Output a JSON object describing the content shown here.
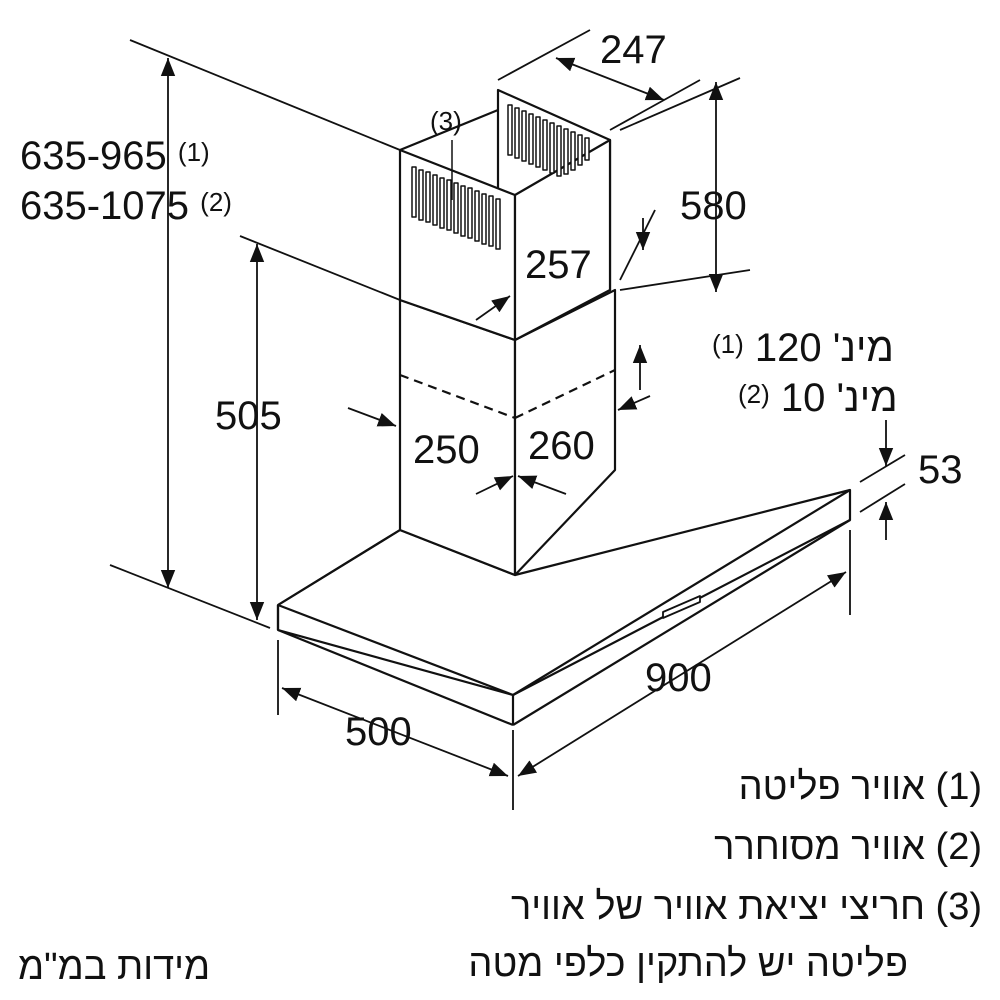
{
  "diagram": {
    "title": "Chimney cooker hood dimension drawing",
    "units_note": "מידות במ\"מ",
    "dimensions": {
      "total_height_1": "635-965",
      "total_height_1_ref": "(1)",
      "total_height_2": "635-1075",
      "total_height_2_ref": "(2)",
      "chimney_top_width": "247",
      "upper_chimney_height": "580",
      "upper_chimney_depth": "257",
      "lower_chimney_height": "505",
      "lower_chimney_left": "250",
      "lower_chimney_right": "260",
      "min_clearance_1": "מינ' 120",
      "min_clearance_1_ref": "(1)",
      "min_clearance_2": "מינ' 10",
      "min_clearance_2_ref": "(2)",
      "canopy_thickness": "53",
      "canopy_width": "900",
      "canopy_depth": "500",
      "vent_callout": "(3)"
    },
    "legend": [
      {
        "ref": "(1)",
        "text": "אוויר פליטה"
      },
      {
        "ref": "(2)",
        "text": "אוויר מסוחרר"
      },
      {
        "ref": "(3)",
        "text": "חריצי יציאת אוויר של אוויר"
      },
      {
        "ref": "",
        "text": "פליטה יש להתקין כלפי מטה"
      }
    ],
    "colors": {
      "line": "#111111",
      "background": "#ffffff",
      "vent_fill": "#777777"
    }
  }
}
